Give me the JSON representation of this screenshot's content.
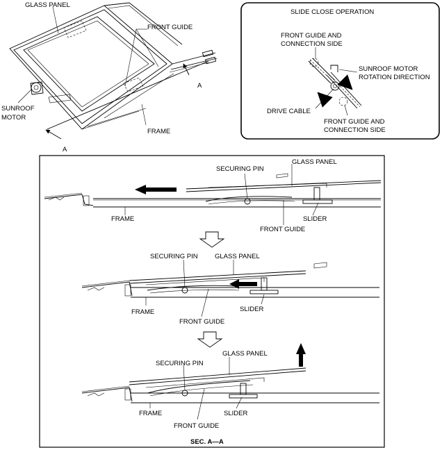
{
  "top_left": {
    "glass_panel": "GLASS PANEL",
    "front_guide": "FRONT GUIDE",
    "sunroof_motor_1": "SUNROOF",
    "sunroof_motor_2": "MOTOR",
    "frame": "FRAME",
    "section_a_upper": "A",
    "section_a_lower": "A"
  },
  "inset": {
    "title": "SLIDE CLOSE OPERATION",
    "front_guide_top_1": "FRONT GUIDE AND",
    "front_guide_top_2": "CONNECTION SIDE",
    "motor_rotation_1": "SUNROOF MOTOR",
    "motor_rotation_2": "ROTATION DIRECTION",
    "drive_cable": "DRIVE CABLE",
    "front_guide_bottom_1": "FRONT GUIDE AND",
    "front_guide_bottom_2": "CONNECTION SIDE"
  },
  "section": {
    "caption": "SEC. A—A",
    "step1": {
      "securing_pin": "SECURING PIN",
      "glass_panel": "GLASS PANEL",
      "frame": "FRAME",
      "front_guide": "FRONT GUIDE",
      "slider": "SLIDER"
    },
    "step2": {
      "securing_pin": "SECURING PIN",
      "glass_panel": "GLASS PANEL",
      "frame": "FRAME",
      "front_guide": "FRONT GUIDE",
      "slider": "SLIDER"
    },
    "step3": {
      "securing_pin": "SECURING PIN",
      "glass_panel": "GLASS PANEL",
      "frame": "FRAME",
      "front_guide": "FRONT GUIDE",
      "slider": "SLIDER"
    }
  }
}
